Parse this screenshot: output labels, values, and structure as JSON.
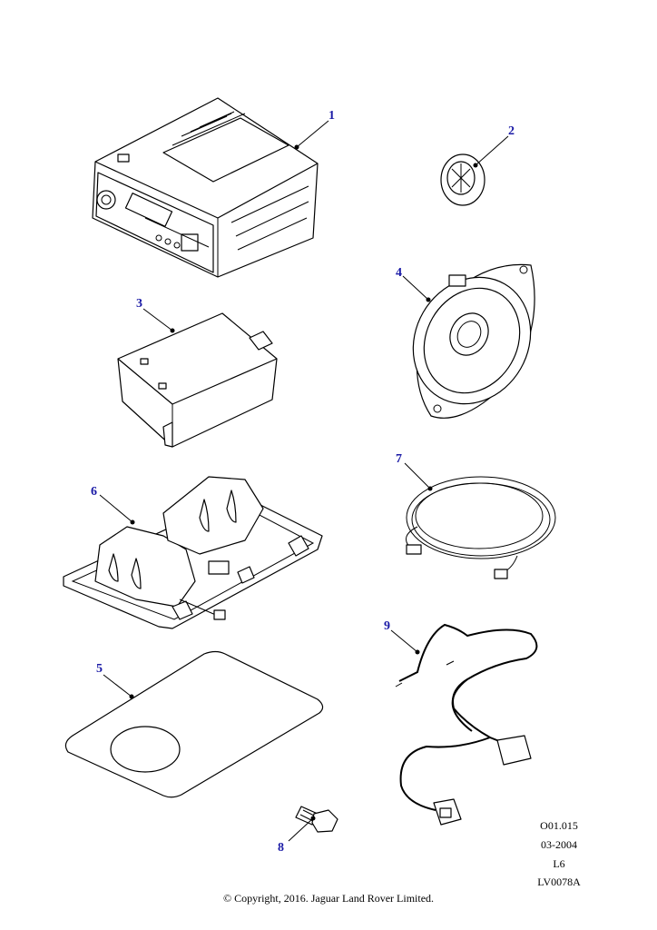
{
  "callouts": [
    "1",
    "2",
    "3",
    "4",
    "5",
    "6",
    "7",
    "8",
    "9"
  ],
  "drawing_ref": {
    "code": "O01.015",
    "date": "03-2004",
    "model": "L6",
    "id": "LV0078A"
  },
  "copyright": "© Copyright, 2016. Jaguar Land Rover Limited.",
  "colors": {
    "callout": "#1a1aa6",
    "line": "#000000",
    "background": "#ffffff"
  }
}
